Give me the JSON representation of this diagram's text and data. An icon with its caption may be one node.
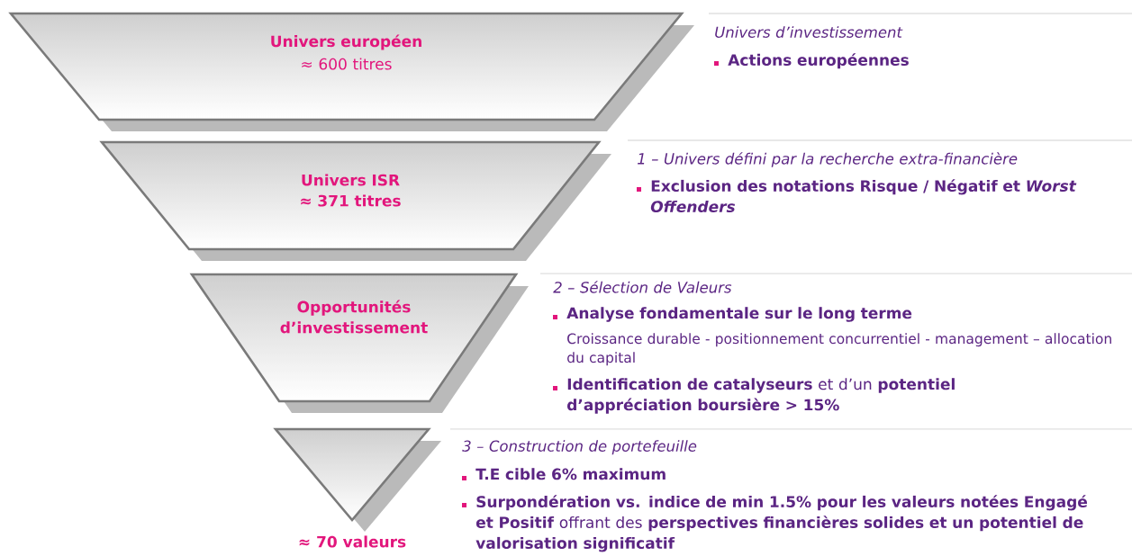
{
  "diagram": {
    "nodes": [
      {
        "text": [
          "Univers européen",
          "≈ 600 titres"
        ]
      },
      {
        "text": [
          "Univers ISR",
          "≈ 371 titres"
        ]
      },
      {
        "text": [
          "Opportunités d’investissement"
        ]
      },
      {
        "text": [],
        "shape": "triangle",
        "beside": [
          "≈ 70 valeurs"
        ]
      }
    ],
    "labels": [
      "Univers d’investissement",
      "Actions  européennes",
      "1 – Univers défini par la recherche extra-financière",
      "Exclusion des notations Risque / Négatif et *Worst Offenders*",
      "2 – Sélection de Valeurs",
      "Analyse fondamentale sur le long terme",
      "Croissance durable - positionnement concurrentiel - management – allocation  du capital",
      "**Identification de catalyseurs** et d’un **potentiel d’appréciation boursière > 15%**",
      "3 – Construction de portefeuille",
      "T.E cible 6% maximum",
      "**Surpondération vs. indice de min 1.5% pour les valeurs notées Engagé et Positif** offrant des **perspectives financières solides et un potentiel de valorisation significatif**"
    ]
  }
}
